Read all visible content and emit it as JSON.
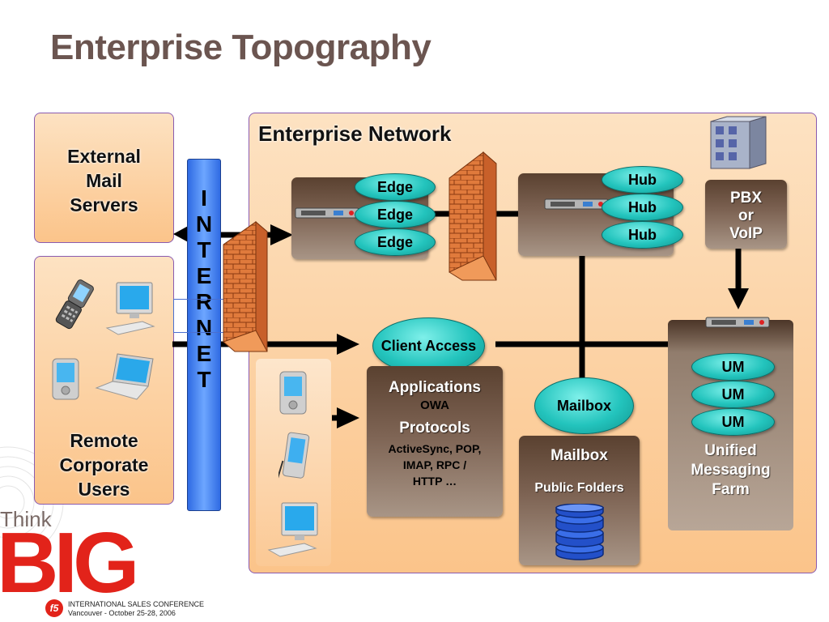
{
  "title": "Enterprise Topography",
  "external_mail": {
    "label": "External Mail Servers",
    "line1": "External",
    "line2": "Mail",
    "line3": "Servers"
  },
  "remote_users": {
    "line1": "Remote",
    "line2": "Corporate",
    "line3": "Users"
  },
  "internet": {
    "letters": [
      "I",
      "N",
      "T",
      "E",
      "R",
      "N",
      "E",
      "T"
    ]
  },
  "enterprise_network": {
    "title": "Enterprise Network"
  },
  "edge": {
    "items": [
      "Edge",
      "Edge",
      "Edge"
    ]
  },
  "hub": {
    "items": [
      "Hub",
      "Hub",
      "Hub"
    ]
  },
  "pbx": {
    "line1": "PBX",
    "line2": "or",
    "line3": "VoIP"
  },
  "client_access": {
    "label": "Client Access",
    "applications": "Applications",
    "owa": "OWA",
    "protocols": "Protocols",
    "protocol_line1": "ActiveSync, POP,",
    "protocol_line2": "IMAP, RPC /",
    "protocol_line3": "HTTP …"
  },
  "mailbox": {
    "pill": "Mailbox",
    "box_title": "Mailbox",
    "public_folders": "Public Folders"
  },
  "um": {
    "items": [
      "UM",
      "UM",
      "UM"
    ],
    "line1": "Unified",
    "line2": "Messaging",
    "line3": "Farm"
  },
  "footer": {
    "think": "Think",
    "big": "BIG",
    "f5": "f5",
    "conference": "INTERNATIONAL SALES CONFERENCE",
    "location": "Vancouver - October 25-28, 2006"
  },
  "colors": {
    "title": "#6b5550",
    "panel": "#fbc48a",
    "pill": "#23c4bd",
    "internet": "#2f6be3",
    "brand_red": "#e2231a"
  }
}
